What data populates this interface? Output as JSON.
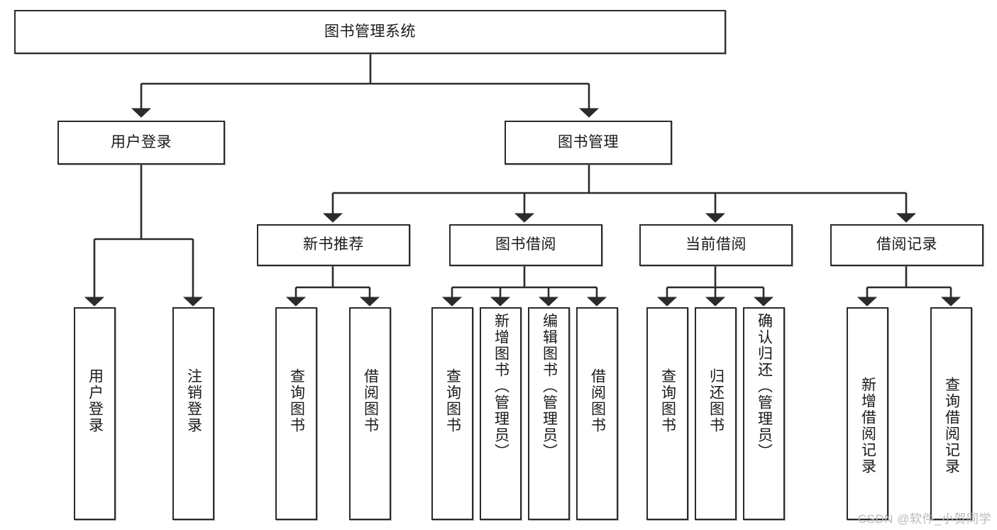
{
  "diagram": {
    "title_node": {
      "label": "图书管理系统"
    },
    "watermark": "CSDN @软件_小贺同学",
    "colors": {
      "background": "#ffffff",
      "node_border": "#2b2b2b",
      "node_fill": "#ffffff",
      "connector": "#2b2b2b",
      "text": "#1a1a1a",
      "watermark": "#b9b9b9"
    },
    "level2": [
      {
        "label": "用户登录"
      },
      {
        "label": "图书管理"
      }
    ],
    "level3": [
      {
        "label": "新书推荐"
      },
      {
        "label": "图书借阅"
      },
      {
        "label": "当前借阅"
      },
      {
        "label": "借阅记录"
      }
    ],
    "leaves": {
      "user_login": [
        {
          "label": "用户登录"
        },
        {
          "label": "注销登录"
        }
      ],
      "new_book": [
        {
          "label": "查询图书"
        },
        {
          "label": "借阅图书"
        }
      ],
      "borrow_book": [
        {
          "label": "查询图书"
        },
        {
          "label": "新增图书（管理员）"
        },
        {
          "label": "编辑图书（管理员）"
        },
        {
          "label": "借阅图书"
        }
      ],
      "current_borrow": [
        {
          "label": "查询图书"
        },
        {
          "label": "归还图书"
        },
        {
          "label": "确认归还（管理员）"
        }
      ],
      "borrow_record": [
        {
          "label": "新增借阅记录"
        },
        {
          "label": "查询借阅记录"
        }
      ]
    }
  }
}
